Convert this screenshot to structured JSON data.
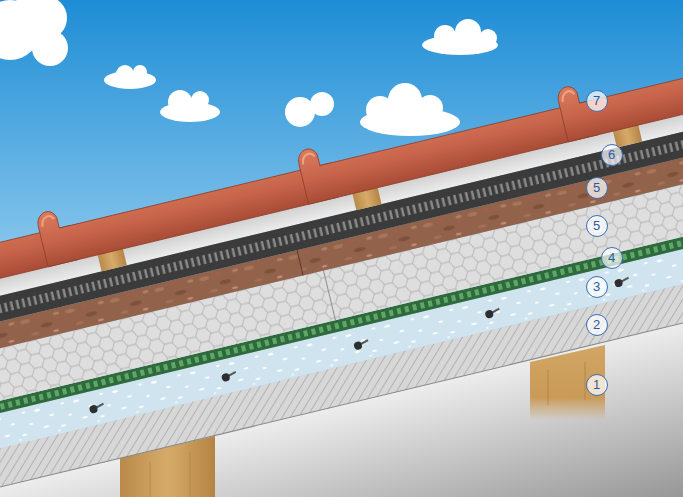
{
  "diagram": {
    "labels": [
      "7",
      "6",
      "5",
      "5",
      "4",
      "3",
      "2",
      "1"
    ]
  }
}
